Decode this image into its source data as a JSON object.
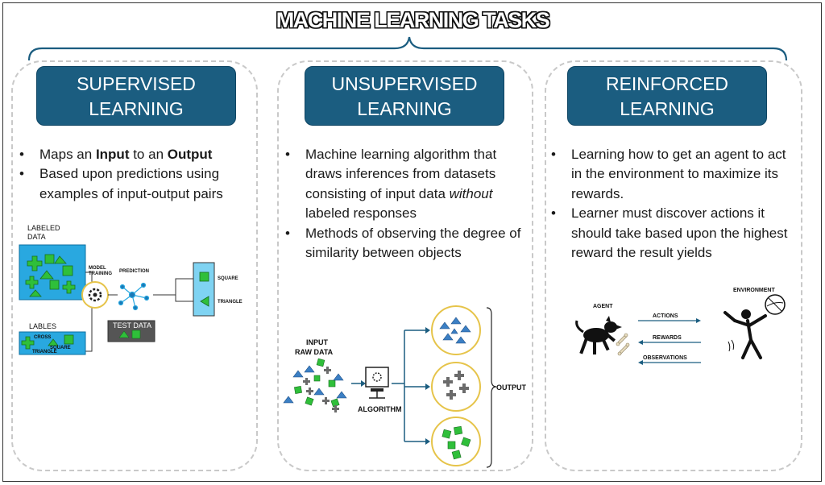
{
  "title": "MACHINE LEARNING TASKS",
  "panels": [
    {
      "head_line1": "SUPERVISED",
      "head_line2": "LEARNING",
      "bullet1_pre": "Maps an ",
      "bullet1_b1": "Input",
      "bullet1_mid": " to an ",
      "bullet1_b2": "Output",
      "bullet2": "Based upon predictions using examples of input-output pairs",
      "diagram": {
        "labeled_data": "LABELED DATA",
        "model_training": "MODEL TRAINING",
        "prediction": "PREDICTION",
        "square": "SQUARE",
        "triangle": "TRIANGLE",
        "lables": "LABLES",
        "cross": "CROSS",
        "square_small": "SQUARE",
        "triangle_small": "TRIANGLE",
        "test_data": "TEST DATA"
      }
    },
    {
      "head_line1": "UNSUPERVISED",
      "head_line2": "LEARNING",
      "bullet1_pre": "Machine learning algorithm that draws inferences from datasets consisting of input data ",
      "bullet1_i": "without",
      "bullet1_post": " labeled responses",
      "bullet2": "Methods of observing the degree of similarity between objects",
      "diagram": {
        "input": "INPUT",
        "raw_data": "RAW DATA",
        "algorithm": "ALGORITHM",
        "output": "OUTPUT"
      }
    },
    {
      "head_line1": "REINFORCED",
      "head_line2": "LEARNING",
      "bullet1": "Learning how to get an agent to act in the  environment to maximize its rewards.",
      "bullet2": "Learner must discover actions it should take based upon the highest reward the result yields",
      "diagram": {
        "environment": "ENVIRONMENT",
        "agent": "AGENT",
        "actions": "ACTIONS",
        "rewards": "REWARDS",
        "observations": "OBSERVATIONS"
      }
    }
  ],
  "colors": {
    "header_blue": "#1b5d80",
    "light_blue": "#29a8e0",
    "green": "#2fbf3a",
    "gold_circle": "#e6c44a",
    "gray_cross": "#6b6b6b",
    "arrow_blue": "#1b5d80"
  }
}
